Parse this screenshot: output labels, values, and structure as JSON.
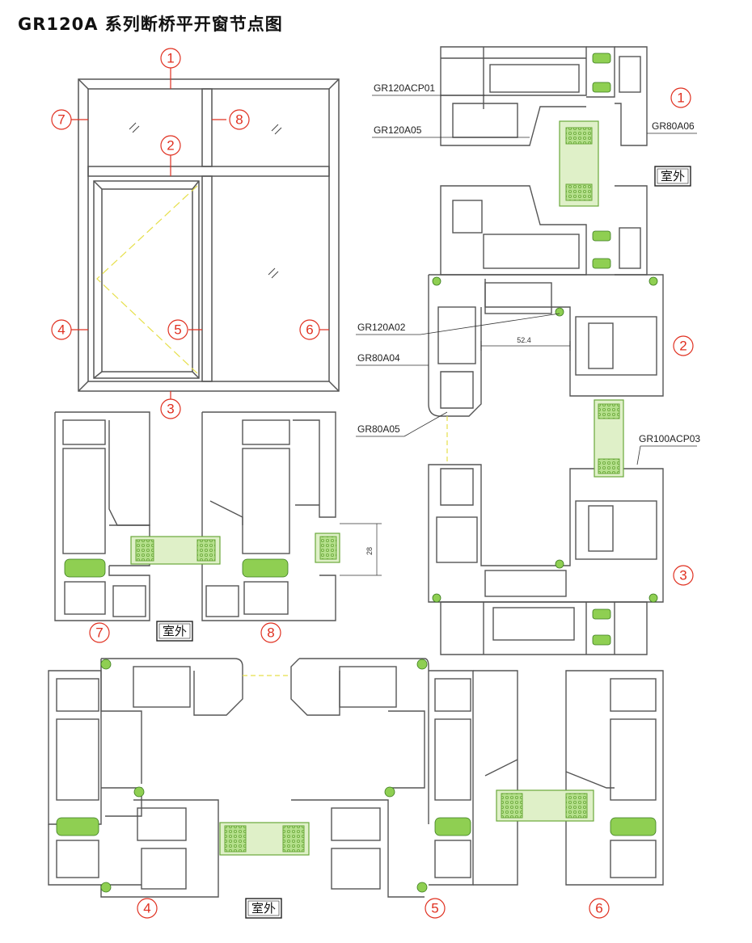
{
  "title": "GR120A 系列断桥平开窗节点图",
  "outside_label": "室外",
  "markers": [
    "1",
    "2",
    "3",
    "4",
    "5",
    "6",
    "7",
    "8"
  ],
  "part_labels": {
    "p1": "GR120ACP01",
    "p2": "GR120A05",
    "p3": "GR80A06",
    "p4": "GR120A02",
    "p5": "GR80A04",
    "p6": "GR80A05",
    "p7": "GR100ACP03"
  },
  "dimensions": {
    "d1": "52.4",
    "d2": "28"
  },
  "colors": {
    "profile": "#555555",
    "gasket": "#8fcf52",
    "glass": "#b5e08c",
    "marker": "#e03020",
    "sash_line": "#e6df4a"
  }
}
